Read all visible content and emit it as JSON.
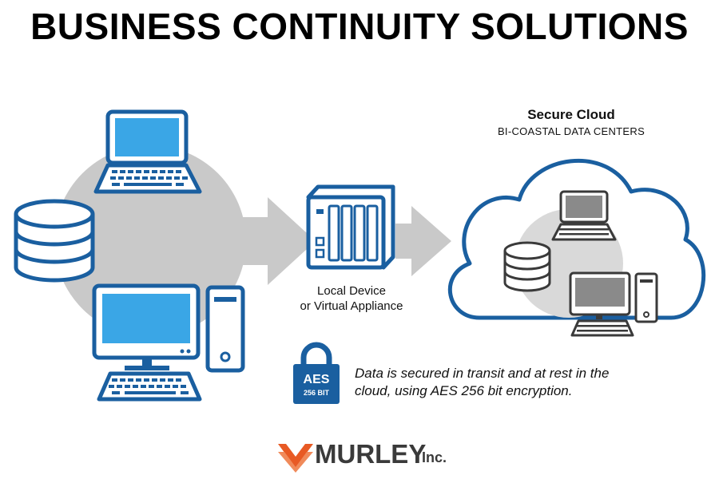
{
  "title": "BUSINESS CONTINUITY SOLUTIONS",
  "cloud": {
    "title": "Secure Cloud",
    "subtitle": "BI-COASTAL DATA CENTERS"
  },
  "local_device": {
    "line1": "Local Device",
    "line2": "or Virtual Appliance"
  },
  "encryption": {
    "badge_main": "AES",
    "badge_sub": "256 BIT",
    "note_line1": "Data is secured in transit and at rest in the",
    "note_line2": "cloud, using AES 256 bit encryption."
  },
  "logo": {
    "name": "MURLEY",
    "suffix": "Inc."
  },
  "colors": {
    "blue": "#1a5fa0",
    "screen": "#3aa6e6",
    "gray": "#c9c9c9",
    "logo_orange": "#e85a24",
    "logo_text": "#3a3a3a"
  },
  "icons": [
    "laptop-icon",
    "database-icon",
    "desktop-computer-icon",
    "nas-device-icon",
    "cloud-icon",
    "padlock-icon",
    "logo-mark-icon"
  ]
}
